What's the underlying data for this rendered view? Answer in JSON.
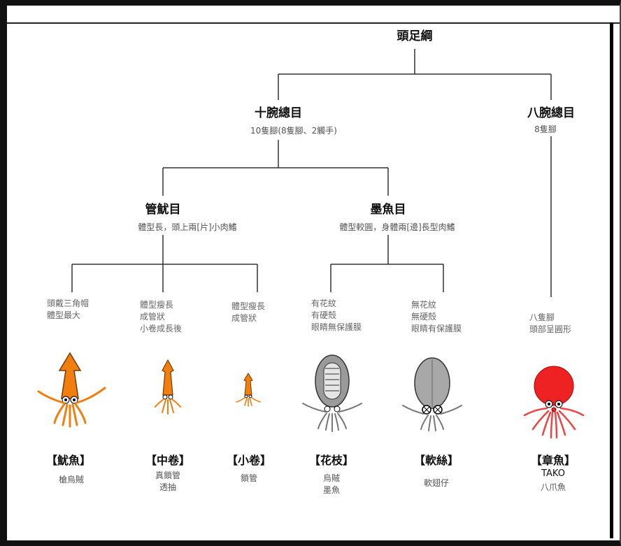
{
  "root": {
    "title": "頭足綱"
  },
  "decapodiformes": {
    "title": "十腕總目",
    "subtitle": "10隻腳(8隻腳、2觸手)"
  },
  "octopodiformes": {
    "title": "八腕總目",
    "subtitle": "8隻腳"
  },
  "teuthida": {
    "title": "管魷目",
    "subtitle": "體型長，頭上兩[片]小肉鰭"
  },
  "sepiida": {
    "title": "墨魚目",
    "subtitle": "體型較圓，身體兩[邊]長型肉鰭"
  },
  "descriptions": {
    "squid": "頭戴三角帽\n體型最大",
    "mid": "體型瘦長\n成管狀\n小卷成長後",
    "small": "體型瘦長\n成管狀",
    "cuttle": "有花紋\n有硬殼\n眼睛無保護膜",
    "soft": "無花紋\n無硬殼\n眼睛有保護膜",
    "octopus": "八隻腳\n頭部呈圓形"
  },
  "animals": [
    {
      "key": "squid",
      "name": "【魷魚】",
      "alias": "槍烏賊",
      "color": "#f07f10"
    },
    {
      "key": "mid",
      "name": "【中卷】",
      "alias": "真鎖管\n透抽",
      "color": "#f07f10"
    },
    {
      "key": "small",
      "name": "【小卷】",
      "alias": "鎖管",
      "color": "#f07f10"
    },
    {
      "key": "cuttle",
      "name": "【花枝】",
      "alias": "烏賊\n墨魚",
      "color": "#9a9a9a"
    },
    {
      "key": "soft",
      "name": "【軟絲】",
      "alias": "軟翅仔",
      "color": "#a8a8a8"
    },
    {
      "key": "octopus",
      "name": "【章魚】",
      "alias_en": "TAKO",
      "alias": "八爪魚",
      "color": "#ee2222"
    }
  ]
}
